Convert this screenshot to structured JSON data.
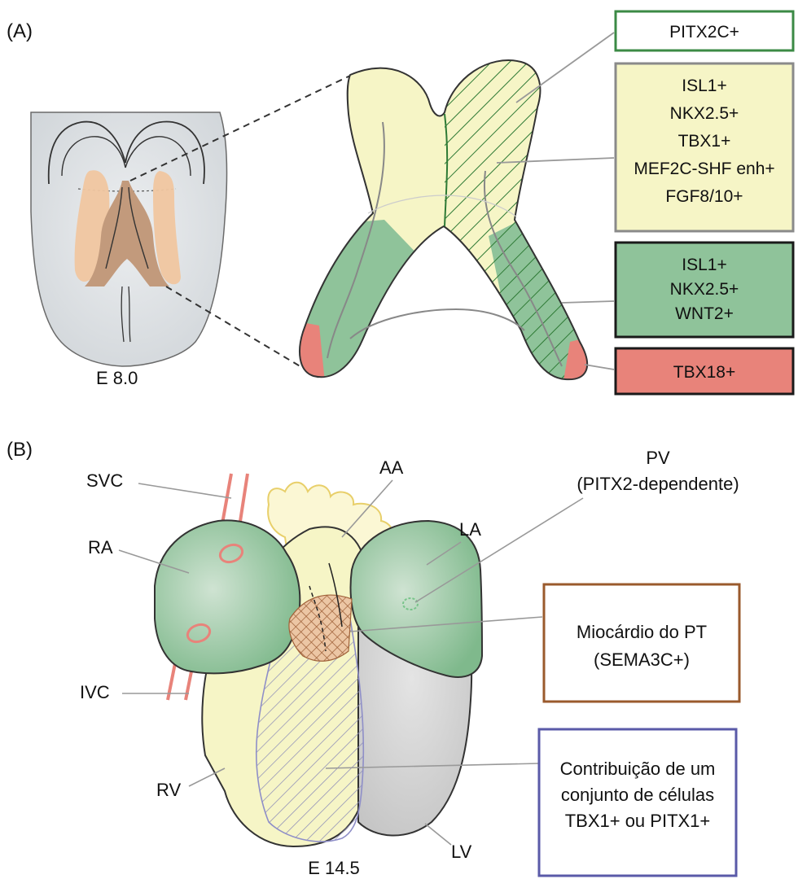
{
  "panel_a": {
    "label": "(A)",
    "stage": "E 8.0",
    "boxes": [
      {
        "lines": [
          "PITX2C+"
        ],
        "fill": "#ffffff",
        "stroke": "#3b8a45"
      },
      {
        "lines": [
          "ISL1+",
          "NKX2.5+",
          "TBX1+",
          "MEF2C-SHF enh+",
          "FGF8/10+"
        ],
        "fill": "#f6f5c6",
        "stroke": "#8a8a8a"
      },
      {
        "lines": [
          "ISL1+",
          "NKX2.5+",
          "WNT2+"
        ],
        "fill": "#8fc39a",
        "stroke": "#1a1a1a"
      },
      {
        "lines": [
          "TBX18+"
        ],
        "fill": "#e8837a",
        "stroke": "#1a1a1a"
      }
    ]
  },
  "panel_b": {
    "label": "(B)",
    "stage": "E 14.5",
    "labels": {
      "svc": "SVC",
      "ra": "RA",
      "ivc": "IVC",
      "rv": "RV",
      "aa": "AA",
      "la": "LA",
      "lv": "LV",
      "pv_line1": "PV",
      "pv_line2": "(PITX2-dependente)"
    },
    "boxes": [
      {
        "lines": [
          "Miocárdio do PT",
          "(SEMA3C+)"
        ],
        "stroke": "#9a5a2c"
      },
      {
        "lines": [
          "Contribuição de um",
          "conjunto de células",
          "TBX1+ ou PITX1+"
        ],
        "stroke": "#5a5aa8"
      }
    ]
  },
  "colors": {
    "shf_yellow": "#f6f5c6",
    "green": "#8fc39a",
    "red": "#e8837a",
    "gray": "#d2d2d2",
    "brown": "#d9a67d"
  }
}
